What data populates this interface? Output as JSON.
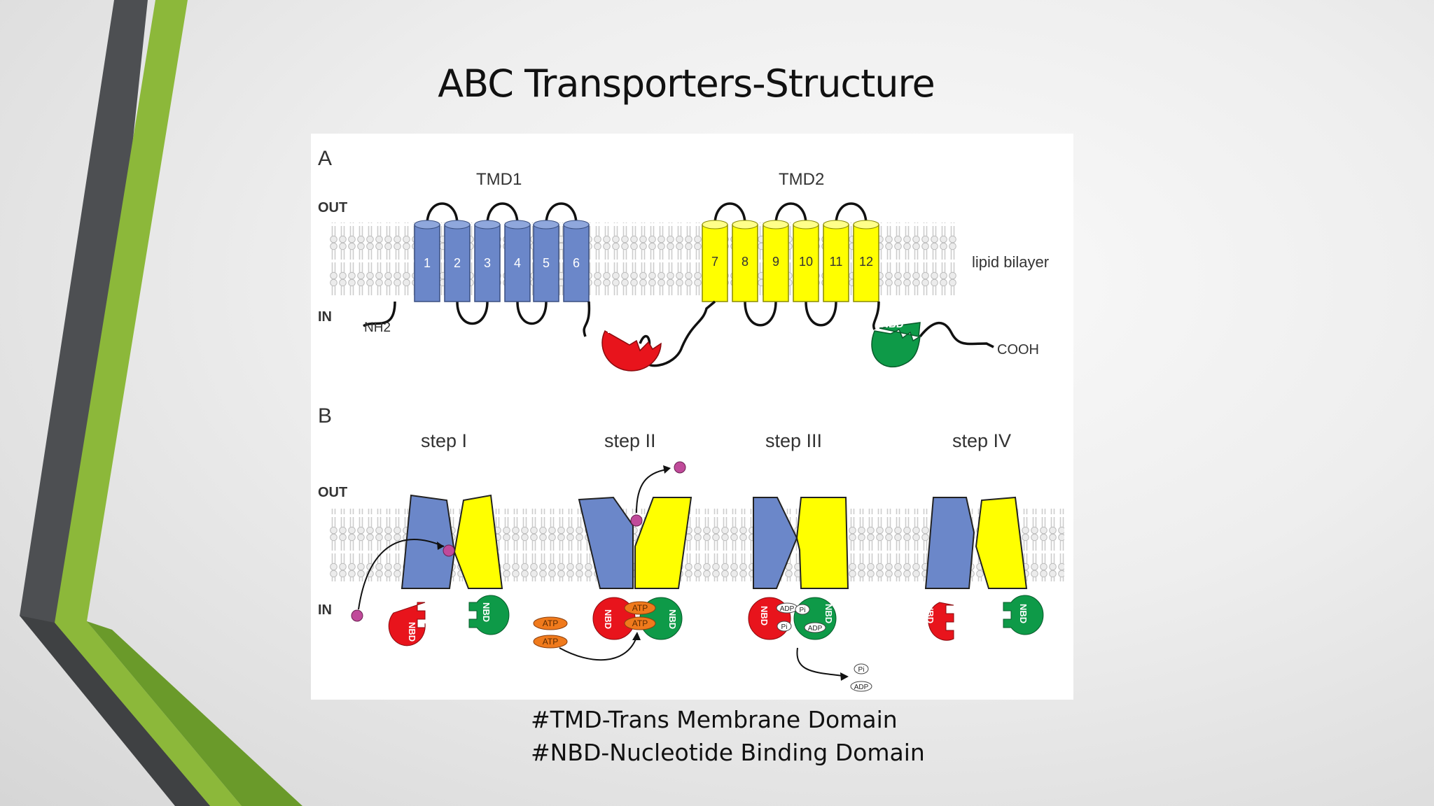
{
  "slide": {
    "title": "ABC Transporters-Structure",
    "footnotes": [
      "#TMD-Trans Membrane Domain",
      "#NBD-Nucleotide Binding Domain"
    ]
  },
  "figure": {
    "panel_a": {
      "label": "A",
      "out_label": "OUT",
      "in_label": "IN",
      "tmd1_label": "TMD1",
      "tmd2_label": "TMD2",
      "helices_tmd1": [
        "1",
        "2",
        "3",
        "4",
        "5",
        "6"
      ],
      "helices_tmd2": [
        "7",
        "8",
        "9",
        "10",
        "11",
        "12"
      ],
      "lipid_label": "lipid bilayer",
      "nterm_label": "NH2",
      "cterm_label": "COOH",
      "nbd_label": "NBD"
    },
    "panel_b": {
      "label": "B",
      "out_label": "OUT",
      "in_label": "IN",
      "steps": [
        "step I",
        "step II",
        "step III",
        "step IV"
      ],
      "nbd_label": "NBD",
      "atp_label": "ATP",
      "adp_label": "ADP",
      "pi_label": "Pi"
    }
  },
  "colors": {
    "accent_green": "#8cb83a",
    "accent_dark": "#4a4c4e",
    "tmd1_blue": "#6b87c9",
    "tmd2_yellow": "#ffff00",
    "nbd_red": "#e8141c",
    "nbd_green": "#0e9a48",
    "atp_orange": "#f07a1c",
    "substrate_purple": "#c04a9a"
  }
}
